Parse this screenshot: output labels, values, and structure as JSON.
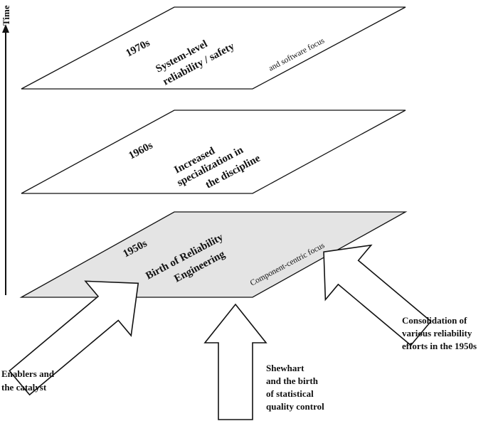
{
  "axis": {
    "label": "Time"
  },
  "planes": [
    {
      "era": "1970s",
      "title_lines": [
        "System-level",
        "reliability / safety"
      ],
      "note": "and software focus"
    },
    {
      "era": "1960s",
      "title_lines": [
        "Increased",
        "specialization in",
        "the discipline"
      ],
      "note": ""
    },
    {
      "era": "1950s",
      "title_lines": [
        "Birth of Reliability",
        "Engineering"
      ],
      "note": "Component-centric focus"
    }
  ],
  "inputs": [
    {
      "label_lines": [
        "Enablers and",
        "the catalyst"
      ]
    },
    {
      "label_lines": [
        "Shewhart",
        "and the birth",
        "of statistical",
        "quality control"
      ]
    },
    {
      "label_lines": [
        "Consolidation of",
        "various reliability",
        "efforts in the 1950s"
      ]
    }
  ],
  "colors": {
    "highlight_plane": "#e4e4e4",
    "plane": "#ffffff",
    "stroke": "#111111"
  }
}
